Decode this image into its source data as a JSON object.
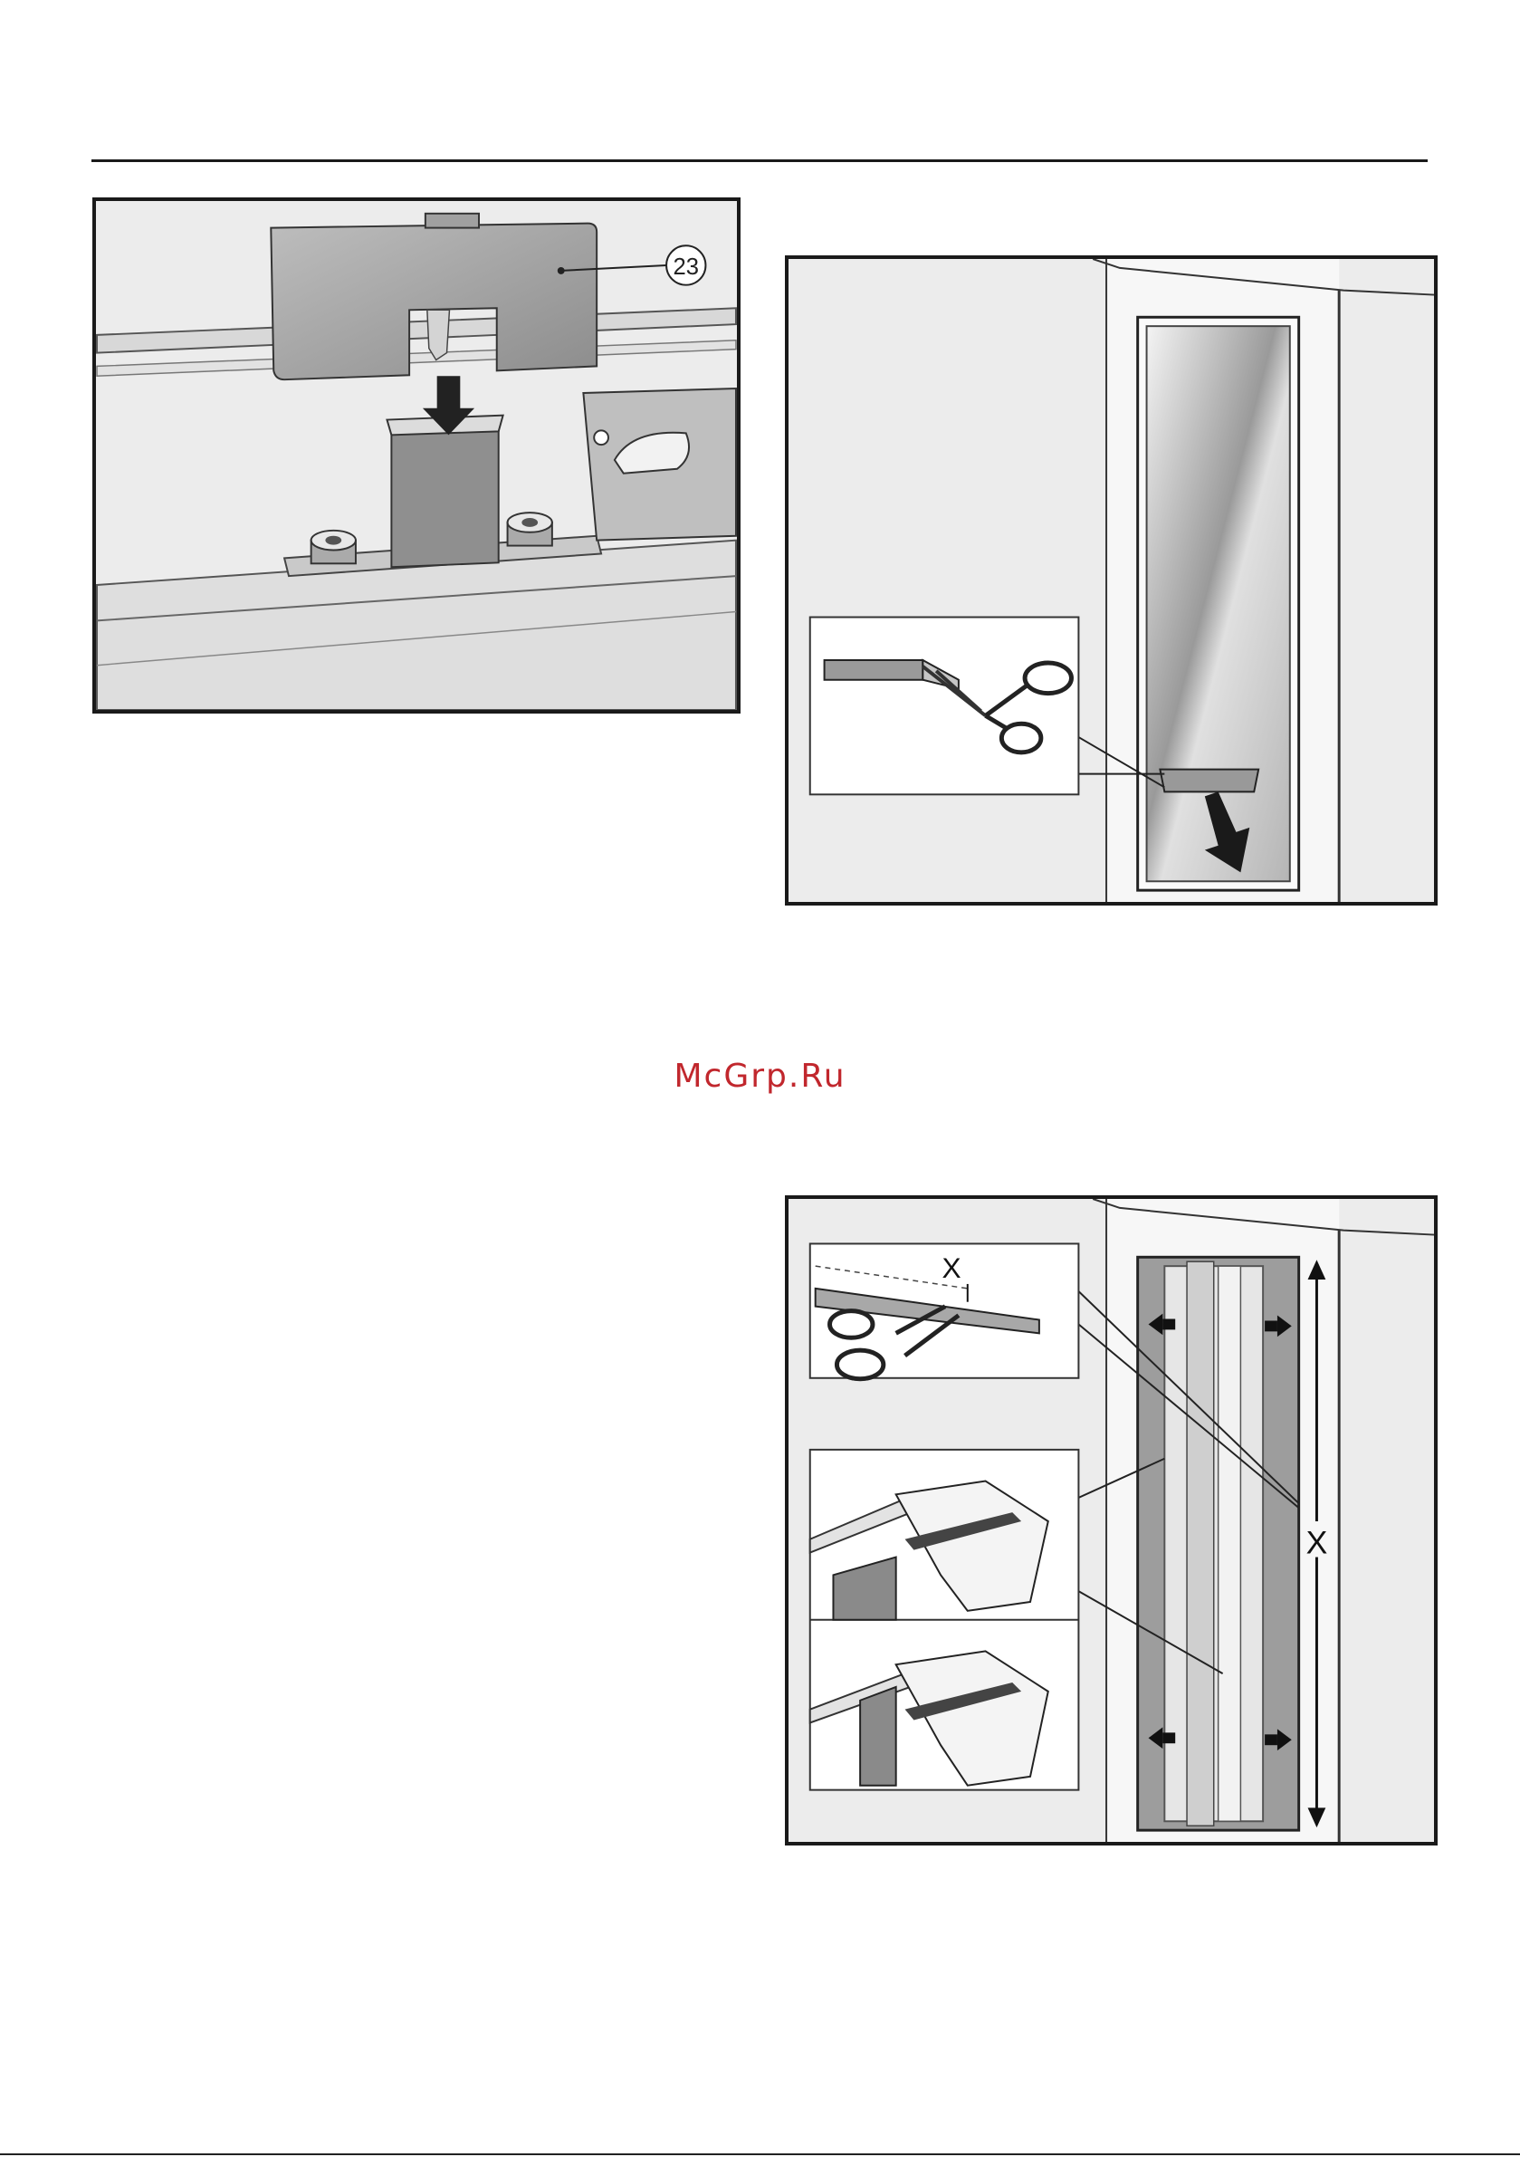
{
  "figure1": {
    "callout_number": "23"
  },
  "figure3": {
    "dimension_label_inset": "X",
    "dimension_label_side": "X"
  },
  "watermark": {
    "text": "McGrp.Ru"
  },
  "colors": {
    "watermark": "#c1272d",
    "line": "#1a1a1a",
    "panel_fill": "#ececec"
  }
}
